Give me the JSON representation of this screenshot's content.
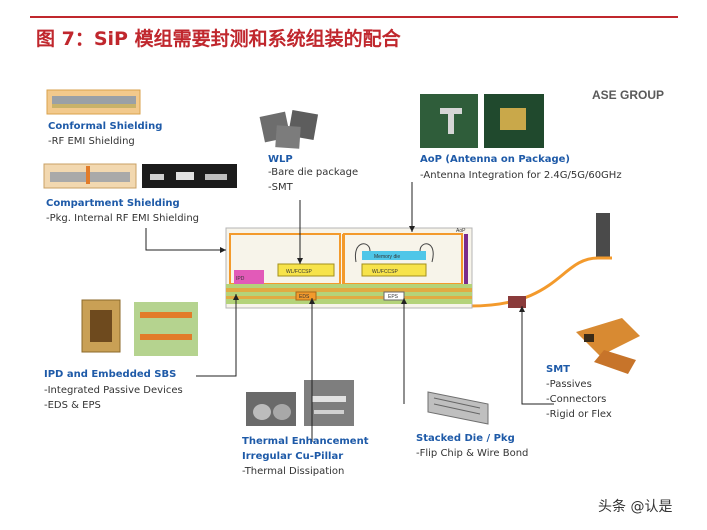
{
  "figure": {
    "title": "图 7：SiP 模组需要封测和系统组装的配合",
    "brand": "ASE GROUP",
    "watermark": "头条 @认是"
  },
  "callouts": {
    "conformal": {
      "heading": "Conformal Shielding",
      "lines": [
        "-RF EMI Shielding"
      ]
    },
    "compartment": {
      "heading": "Compartment Shielding",
      "lines": [
        "-Pkg. Internal RF EMI Shielding"
      ]
    },
    "wlp": {
      "heading": "WLP",
      "lines": [
        "-Bare die package",
        "-SMT"
      ]
    },
    "aop": {
      "heading": "AoP (Antenna on Package)",
      "lines": [
        "-Antenna Integration for 2.4G/5G/60GHz"
      ]
    },
    "ipd": {
      "heading": "IPD and Embedded SBS",
      "lines": [
        "-Integrated Passive Devices",
        "-EDS & EPS"
      ]
    },
    "thermal": {
      "heading": "Thermal Enhancement",
      "heading2": "Irregular Cu-Pillar",
      "lines": [
        "-Thermal Dissipation"
      ]
    },
    "stacked": {
      "heading": "Stacked Die / Pkg",
      "lines": [
        "-Flip Chip & Wire Bond"
      ]
    },
    "smt": {
      "heading": "SMT",
      "lines": [
        "-Passives",
        "-Connectors",
        "-Rigid or Flex"
      ]
    }
  },
  "package_labels": {
    "wlcsp_left": "WL/FCCSP",
    "wlcsp_right": "WL/FCCSP",
    "memory_die": "Memory die",
    "aop": "AoP",
    "eds": "EDS",
    "eps": "EPS",
    "ipd": "IPD"
  },
  "colors": {
    "title_red": "#c0272d",
    "heading_blue": "#1e5aa8",
    "package_orange": "#f39a2c",
    "substrate_green": "#b4d37a",
    "chip_yellow": "#f7e34a",
    "memory_cyan": "#4fc6e8"
  }
}
